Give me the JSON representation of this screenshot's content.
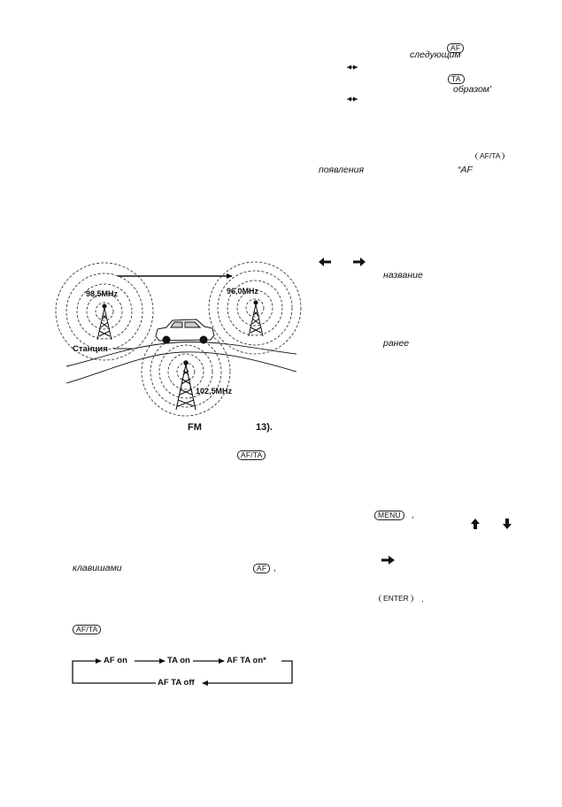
{
  "right_column": {
    "af_badge": "AF",
    "next_word": "следующим",
    "ta_badge": "TA",
    "manner_word": "образом'",
    "af_ta_badge": "AF/TA",
    "appearance_word": "появления",
    "af_quote": "“AF",
    "name_word": "название",
    "earlier_word": "ранее",
    "menu_badge": "MENU",
    "menu_suffix": ",",
    "enter_badge": "ENTER",
    "enter_suffix": "."
  },
  "diagram": {
    "freq_left": "98,5MHz",
    "freq_right": "96,0MHz",
    "freq_bottom": "102,5MHz",
    "station_label": "Станция"
  },
  "caption": {
    "band": "FM",
    "reference": "13)."
  },
  "left_column": {
    "af_ta_badge_1": "AF/TA",
    "keys_word": "клавишами",
    "af_badge": "AF",
    "af_suffix": ",",
    "af_ta_badge_2": "AF/TA"
  },
  "mode_cycle": {
    "steps": [
      "AF on",
      "TA on",
      "AF TA on*"
    ],
    "off": "AF TA off"
  },
  "icons": [
    "left-right-arrow-icon",
    "left-arrow-icon",
    "right-arrow-icon",
    "up-arrow-icon",
    "down-arrow-icon",
    "radio-tower-icon",
    "car-icon"
  ]
}
